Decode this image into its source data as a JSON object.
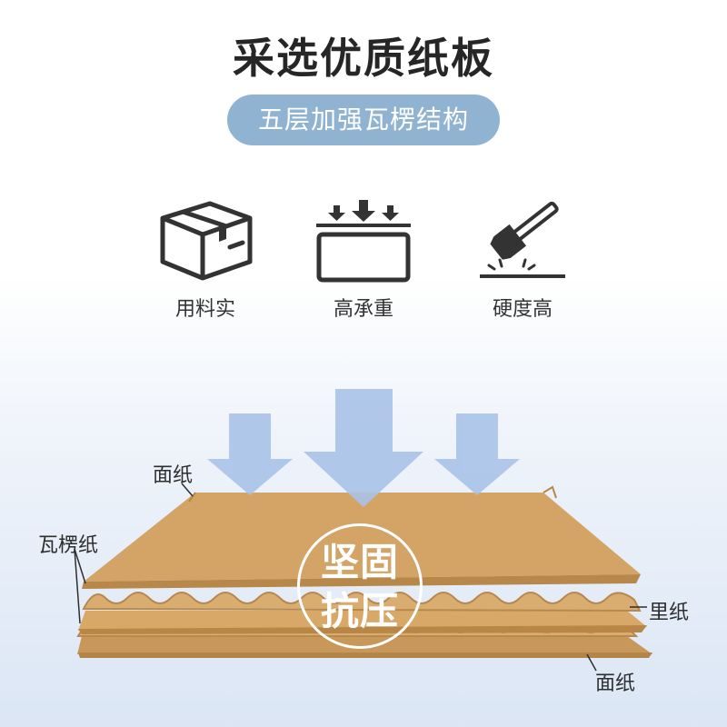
{
  "header": {
    "title": "采选优质纸板",
    "subtitle": "五层加强瓦楞结构"
  },
  "features": [
    {
      "icon": "cardboard-box-icon",
      "label": "用料实"
    },
    {
      "icon": "pressure-arrows-icon",
      "label": "高承重"
    },
    {
      "icon": "hammer-icon",
      "label": "硬度高"
    }
  ],
  "diagram": {
    "labels": {
      "top_face": "面纸",
      "corrugated": "瓦楞纸",
      "inner": "里纸",
      "bottom_face": "面纸"
    },
    "badge_line1": "坚固",
    "badge_line2": "抗压"
  },
  "colors": {
    "pill": "#8fb3d0",
    "kraft": "#d3a466",
    "arrow": "#a9c3e8",
    "icon": "#333333"
  }
}
